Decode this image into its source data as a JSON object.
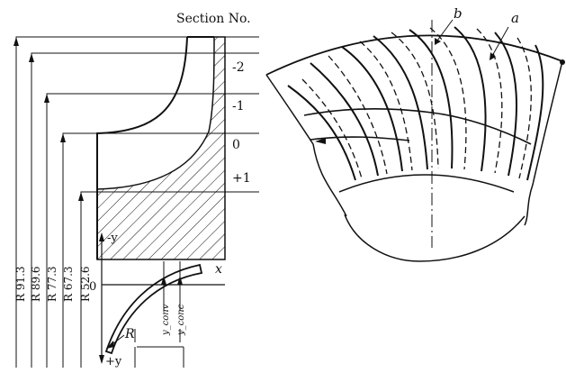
{
  "header": {
    "section_label": "Section No."
  },
  "sections": [
    "-2",
    "-1",
    "0",
    "+1"
  ],
  "radii": [
    "R 91.3",
    "R 89.6",
    "R 77.3",
    "R 67.3",
    "R 52.6"
  ],
  "profile": {
    "axis_neg_y": "-y",
    "axis_pos_y": "+y",
    "axis_x": "x",
    "origin": "0",
    "radius_label": "R",
    "y_conv_1": "y_conv",
    "y_conv_2": "y_conc"
  },
  "wheel": {
    "label_a": "a",
    "label_b": "b"
  }
}
